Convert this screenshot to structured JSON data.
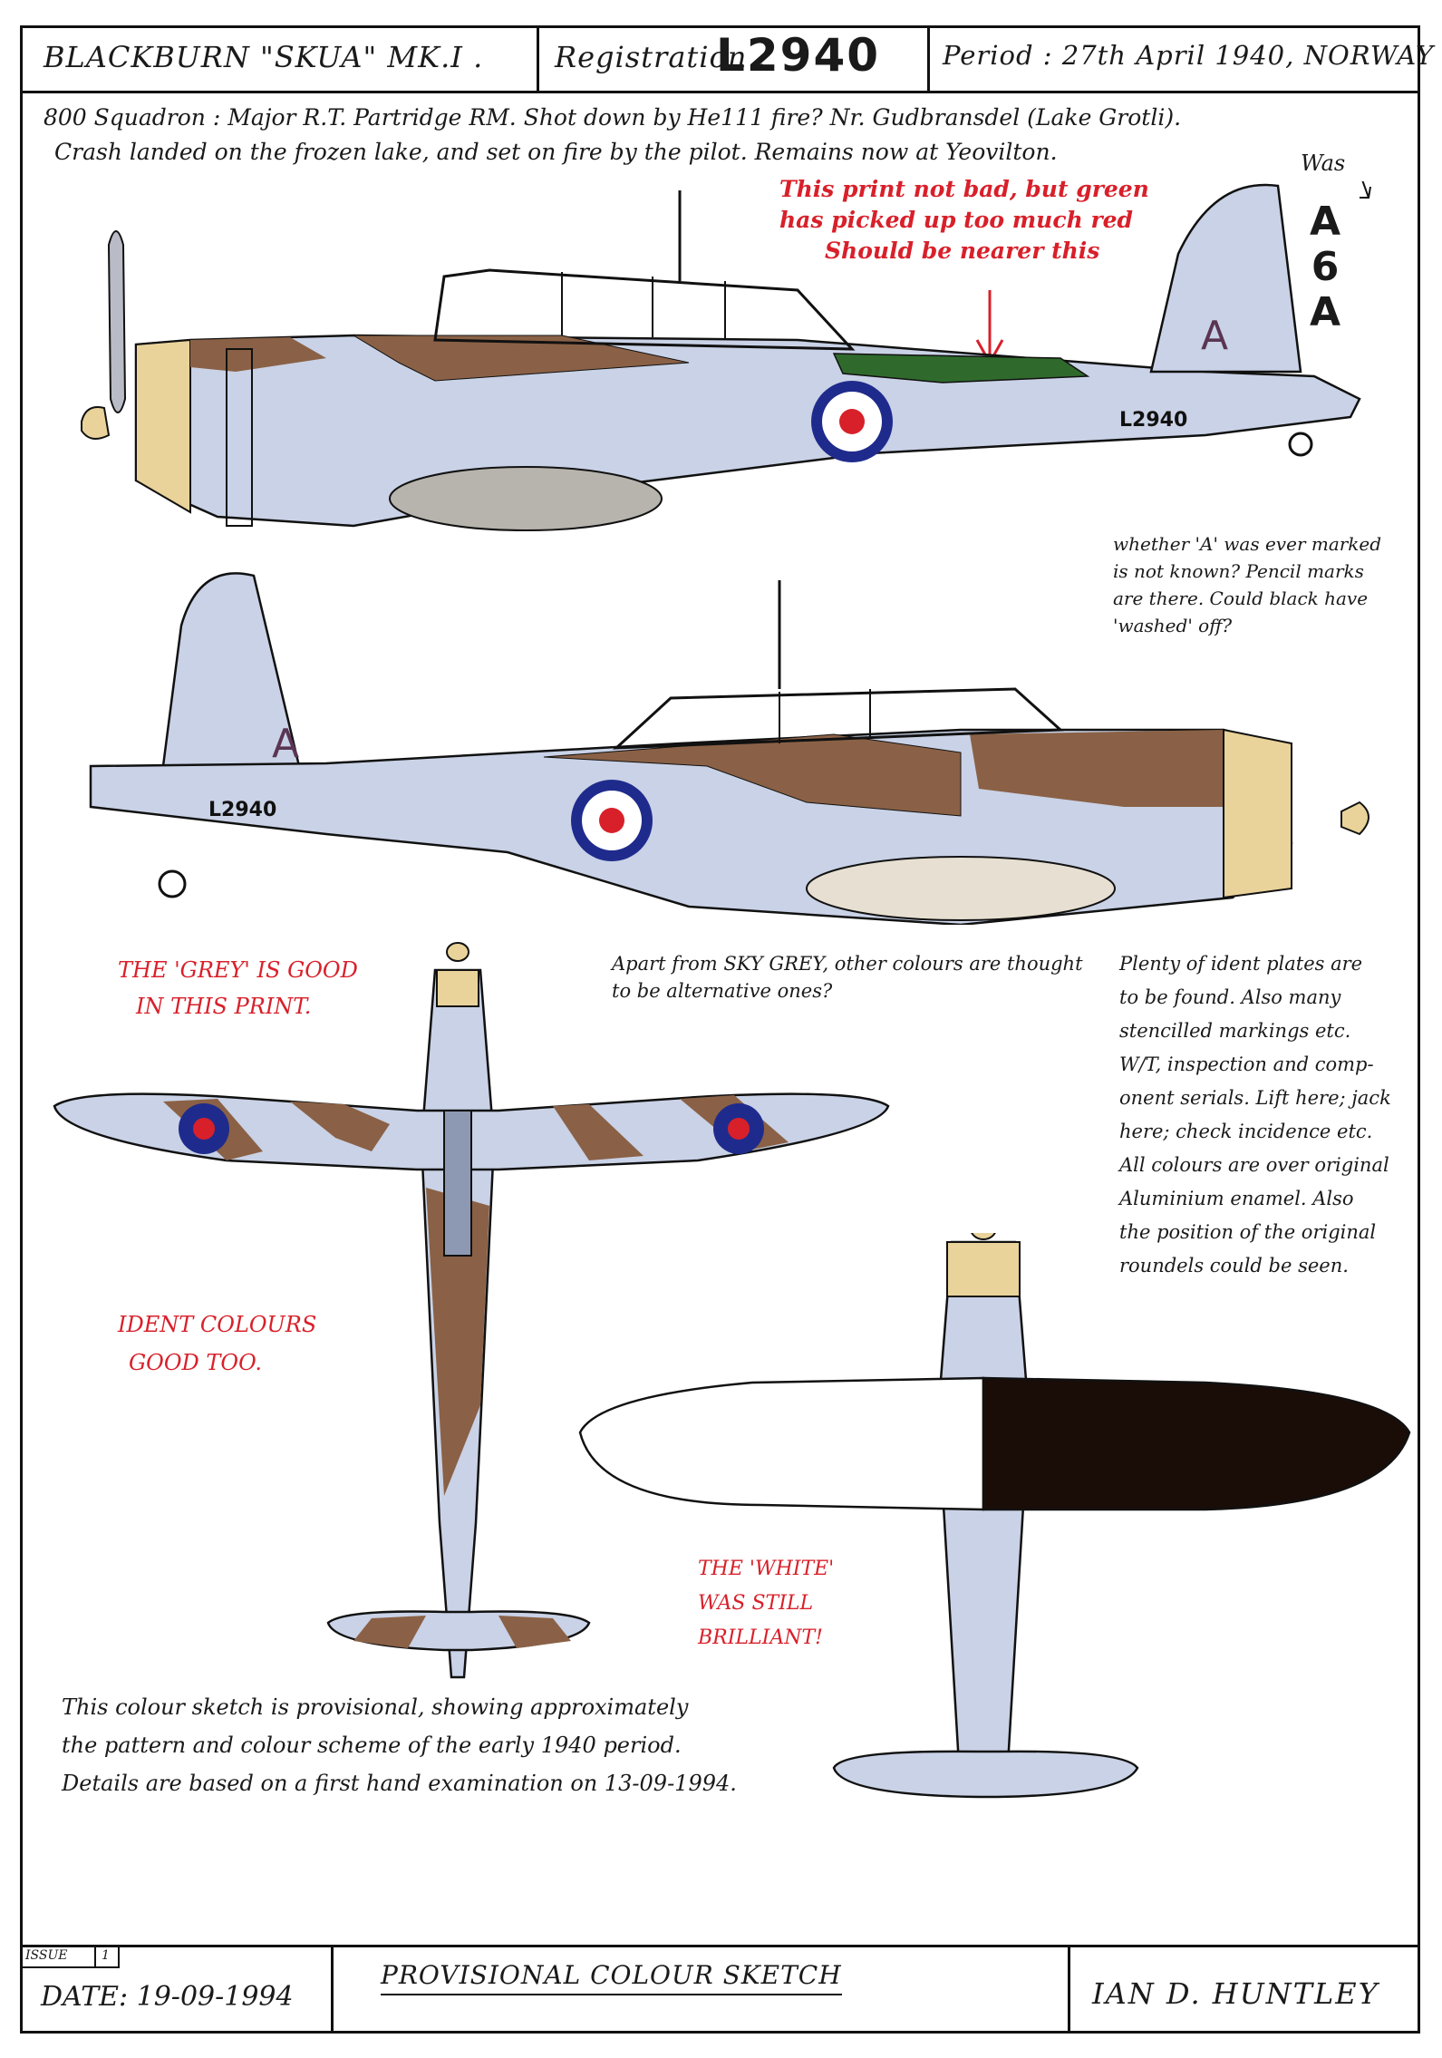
{
  "header": {
    "aircraft": "BLACKBURN \"SKUA\" MK.I  .",
    "registration_label": "Registration :",
    "registration": "L2940",
    "period": "Period : 27th April 1940, NORWAY"
  },
  "intro": {
    "line1": "800 Squadron : Major R.T. Partridge RM.   Shot down by He111 fire? Nr. Gudbransdel (Lake Grotli).",
    "line2": "Crash landed on the frozen lake, and set on fire by the pilot.   Remains now at Yeovilton."
  },
  "annotations": {
    "print_note": [
      "This print not bad, but green",
      "has picked up too much red",
      "Should be nearer this"
    ],
    "was_label": "Was",
    "code_letters": [
      "A",
      "6",
      "A"
    ],
    "whether_note": [
      "whether 'A' was ever marked",
      "is not known?  Pencil marks",
      "are there.  Could black have",
      "'washed' off?"
    ],
    "grey_good": [
      "THE 'GREY' IS GOOD",
      "IN THIS PRINT."
    ],
    "apart_note": [
      "Apart from SKY GREY, other colours are thought",
      "to be alternative ones?"
    ],
    "plenty_note": [
      "Plenty of ident plates are",
      "to be found. Also many",
      "stencilled markings etc.",
      "W/T, inspection and comp-",
      "onent serials. Lift here; jack",
      "here; check incidence etc.",
      "All colours are over original",
      "Aluminium enamel. Also",
      "the position of the original",
      "roundels could be seen."
    ],
    "ident_good": [
      "IDENT COLOURS",
      "GOOD TOO."
    ],
    "white_note": [
      "THE 'WHITE'",
      "WAS STILL",
      "BRILLIANT!"
    ],
    "sketch_note": [
      "This colour sketch is provisional, showing approximately",
      "the pattern and colour scheme of the early 1940 period.",
      "Details are based on a first hand examination on 13-09-1994."
    ]
  },
  "aircraft_marks": {
    "fin_letter": "A",
    "serial": "L2940"
  },
  "footer": {
    "issue_label": "ISSUE",
    "issue_number": "1",
    "date": "DATE: 19-09-1994",
    "title": "PROVISIONAL COLOUR SKETCH",
    "author": "IAN D. HUNTLEY"
  },
  "colors": {
    "sky_grey": "#c9d2e6",
    "dark_earth": "#8a6146",
    "dark_green": "#2f6a2c",
    "roundel_blue": "#1f2b8c",
    "roundel_red": "#d8202a",
    "spinner": "#e9d39a",
    "underside_black": "#1a0d08",
    "red_ink": "#d8202a"
  }
}
